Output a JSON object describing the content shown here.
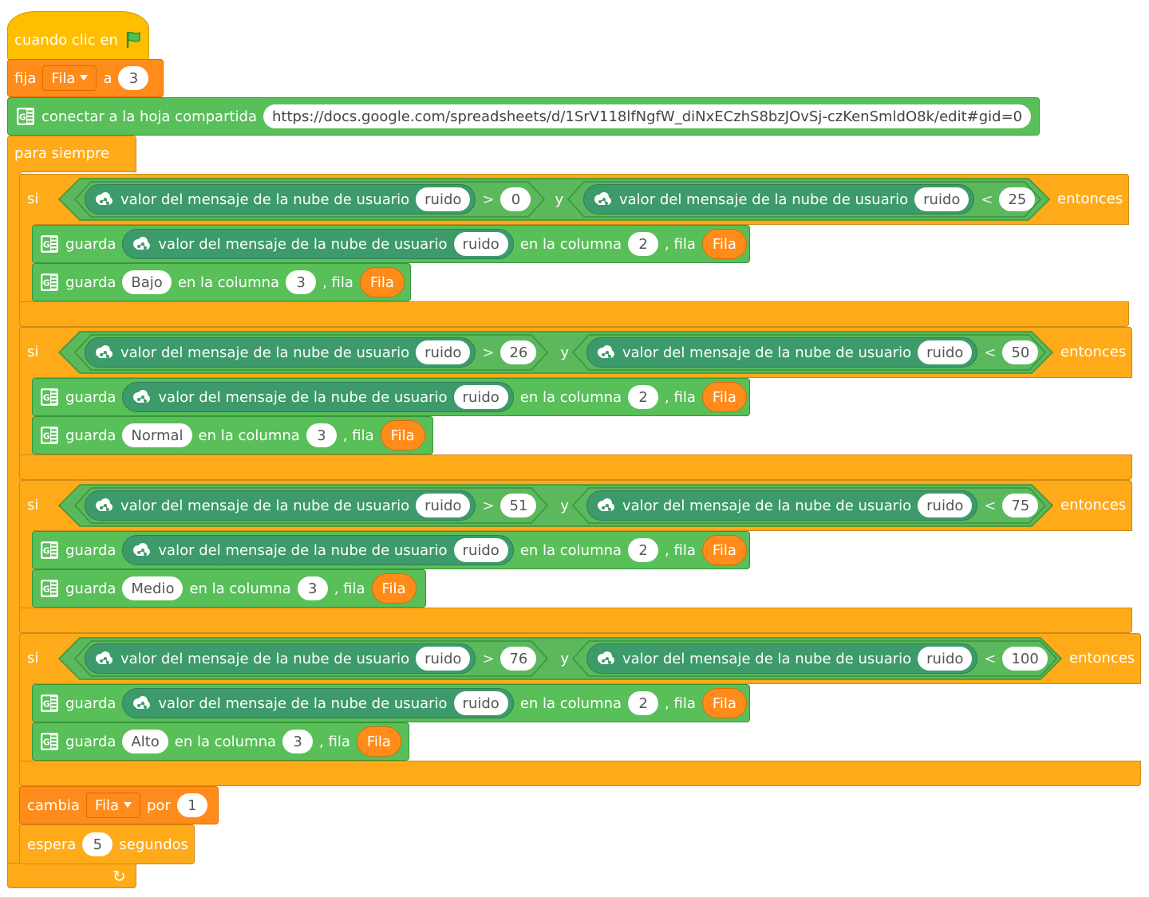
{
  "colors": {
    "events": "#FFBF00",
    "variables": "#FF8C1A",
    "control": "#FFAB19",
    "extension": "#59C059",
    "cloud_reporter": "#3D9B6B",
    "operator_hex": "#5CB85C"
  },
  "hat": {
    "label": "cuando clic en",
    "icon": "green-flag-icon"
  },
  "set_var": {
    "label": "fija",
    "var": "Fila",
    "to": "a",
    "value": "3"
  },
  "connect": {
    "label": "conectar a la hoja compartida",
    "url": "https://docs.google.com/spreadsheets/d/1SrV118lfNgfW_diNxECzhS8bzJOvSj-czKenSmldO8k/edit#gid=0"
  },
  "forever": {
    "label": "para siempre"
  },
  "common": {
    "si": "si",
    "then": "entonces",
    "and": "y",
    "gt": ">",
    "lt": "<",
    "cloud_value": "valor del mensaje de la nube de usuario",
    "msg": "ruido",
    "save": "guarda",
    "in_col": "en la columna",
    "row": ", fila",
    "row_var": "Fila",
    "col2": "2",
    "col3": "3"
  },
  "ifs": [
    {
      "low": "0",
      "high": "25",
      "label": "Bajo"
    },
    {
      "low": "26",
      "high": "50",
      "label": "Normal"
    },
    {
      "low": "51",
      "high": "75",
      "label": "Medio"
    },
    {
      "low": "76",
      "high": "100",
      "label": "Alto"
    }
  ],
  "change_var": {
    "label": "cambia",
    "var": "Fila",
    "by": "por",
    "value": "1"
  },
  "wait": {
    "label": "espera",
    "value": "5",
    "unit": "segundos"
  },
  "loop_arrow": "↻"
}
